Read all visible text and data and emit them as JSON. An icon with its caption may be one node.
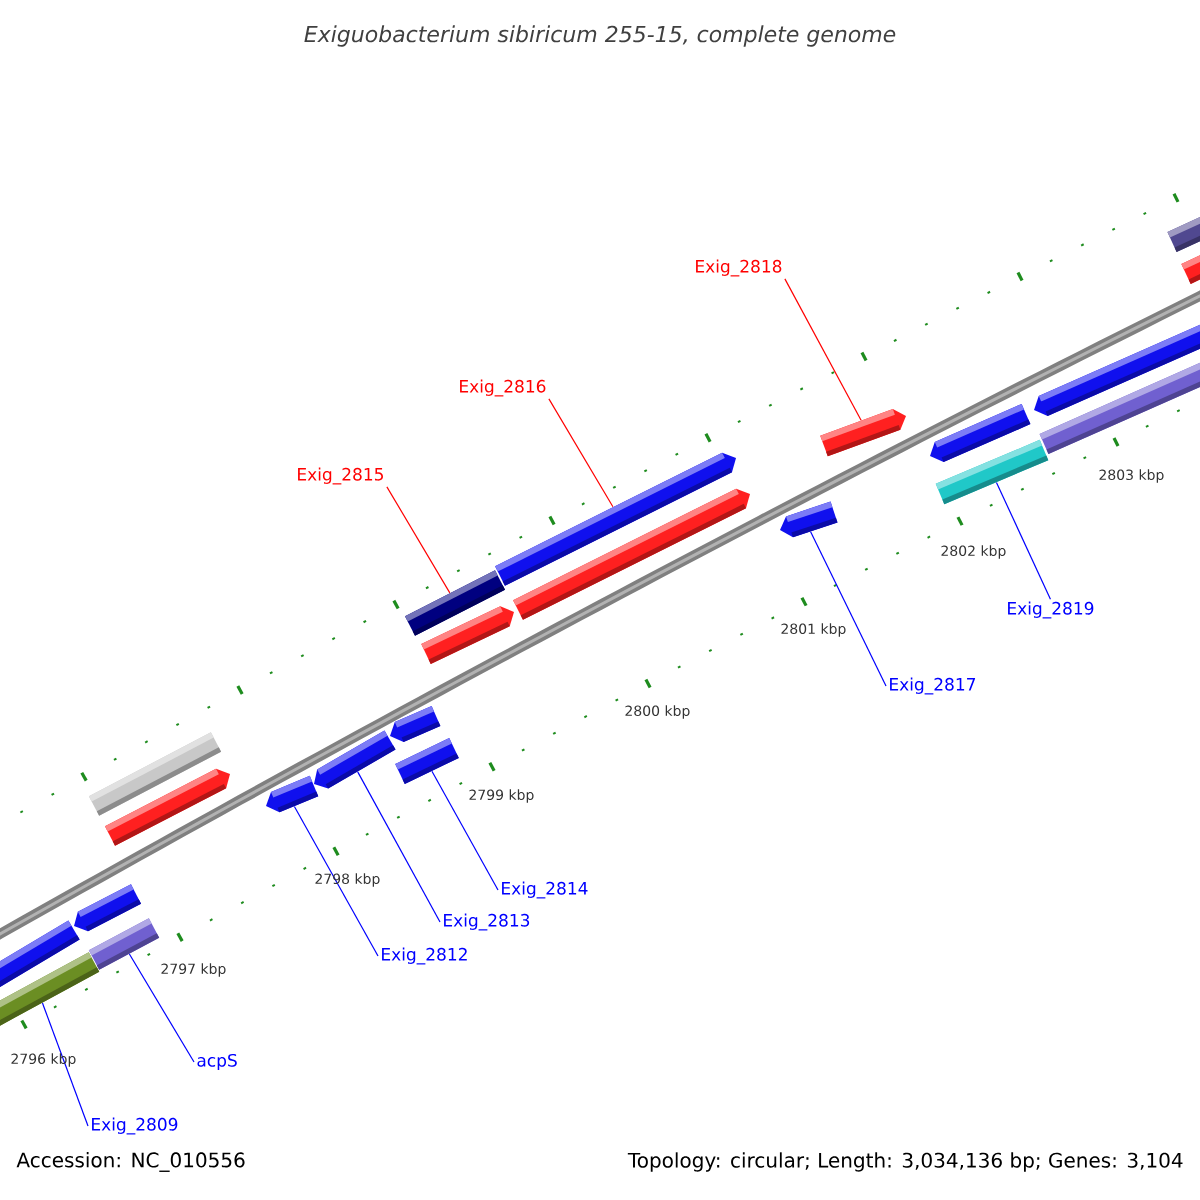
{
  "diagram": {
    "title": "Exiguobacterium sibiricum 255-15, complete genome",
    "nodes": [
      {
        "text": [
          "Exig_2818"
        ]
      },
      {
        "text": [
          "Exig_2816"
        ]
      },
      {
        "text": [
          "Exig_2815"
        ]
      },
      {
        "text": [
          "Exig_2819"
        ]
      },
      {
        "text": [
          "Exig_2817"
        ]
      },
      {
        "text": [
          "Exig_2814"
        ]
      },
      {
        "text": [
          "Exig_2813"
        ]
      },
      {
        "text": [
          "Exig_2812"
        ]
      },
      {
        "text": [
          "acpS"
        ]
      },
      {
        "text": [
          "Exig_2809"
        ]
      },
      {
        "text": [],
        "shape": "bar"
      },
      {
        "text": [],
        "shape": "bar"
      },
      {
        "text": [],
        "shape": "arrow"
      },
      {
        "text": [],
        "shape": "bar"
      },
      {
        "text": [],
        "shape": "bar"
      },
      {
        "text": [],
        "shape": "arrow"
      },
      {
        "text": [],
        "shape": "arrow"
      },
      {
        "text": [],
        "shape": "arrow"
      },
      {
        "text": [],
        "shape": "arrow"
      },
      {
        "text": [],
        "shape": "bar"
      },
      {
        "text": [],
        "shape": "bar"
      },
      {
        "text": [],
        "shape": "arrow"
      },
      {
        "text": [],
        "shape": "arrow"
      },
      {
        "text": [],
        "shape": "arrow"
      },
      {
        "text": [],
        "shape": "arrow"
      },
      {
        "text": [],
        "shape": "arrow"
      },
      {
        "text": [],
        "shape": "arrow"
      },
      {
        "text": [],
        "shape": "bar"
      },
      {
        "text": [],
        "shape": "arrow"
      },
      {
        "text": [],
        "shape": "bar"
      },
      {
        "text": [],
        "shape": "bar"
      },
      {
        "text": [],
        "shape": "arrow"
      }
    ],
    "edges": [
      {
        "from": 0,
        "to": 25,
        "arrow": "none",
        "color": "#ff0000"
      },
      {
        "from": 1,
        "to": 22,
        "arrow": "none",
        "color": "#ff0000"
      },
      {
        "from": 2,
        "to": 20,
        "arrow": "none",
        "color": "#ff0000"
      },
      {
        "from": 3,
        "to": 27,
        "arrow": "none"
      },
      {
        "from": 4,
        "to": 24,
        "arrow": "none"
      },
      {
        "from": 5,
        "to": 19,
        "arrow": "none"
      },
      {
        "from": 6,
        "to": 17,
        "arrow": "none"
      },
      {
        "from": 7,
        "to": 16,
        "arrow": "none"
      },
      {
        "from": 8,
        "to": 13,
        "arrow": "none"
      },
      {
        "from": 9,
        "to": 10,
        "arrow": "none"
      }
    ],
    "labels": [
      "2803 kbp",
      "2802 kbp",
      "2801 kbp",
      "2800 kbp",
      "2799 kbp",
      "2798 kbp",
      "2797 kbp",
      "2796 kbp",
      "Accession: NC_010556",
      "Topology: circular; Length: 3,034,136 bp; Genes: 3,104"
    ]
  }
}
